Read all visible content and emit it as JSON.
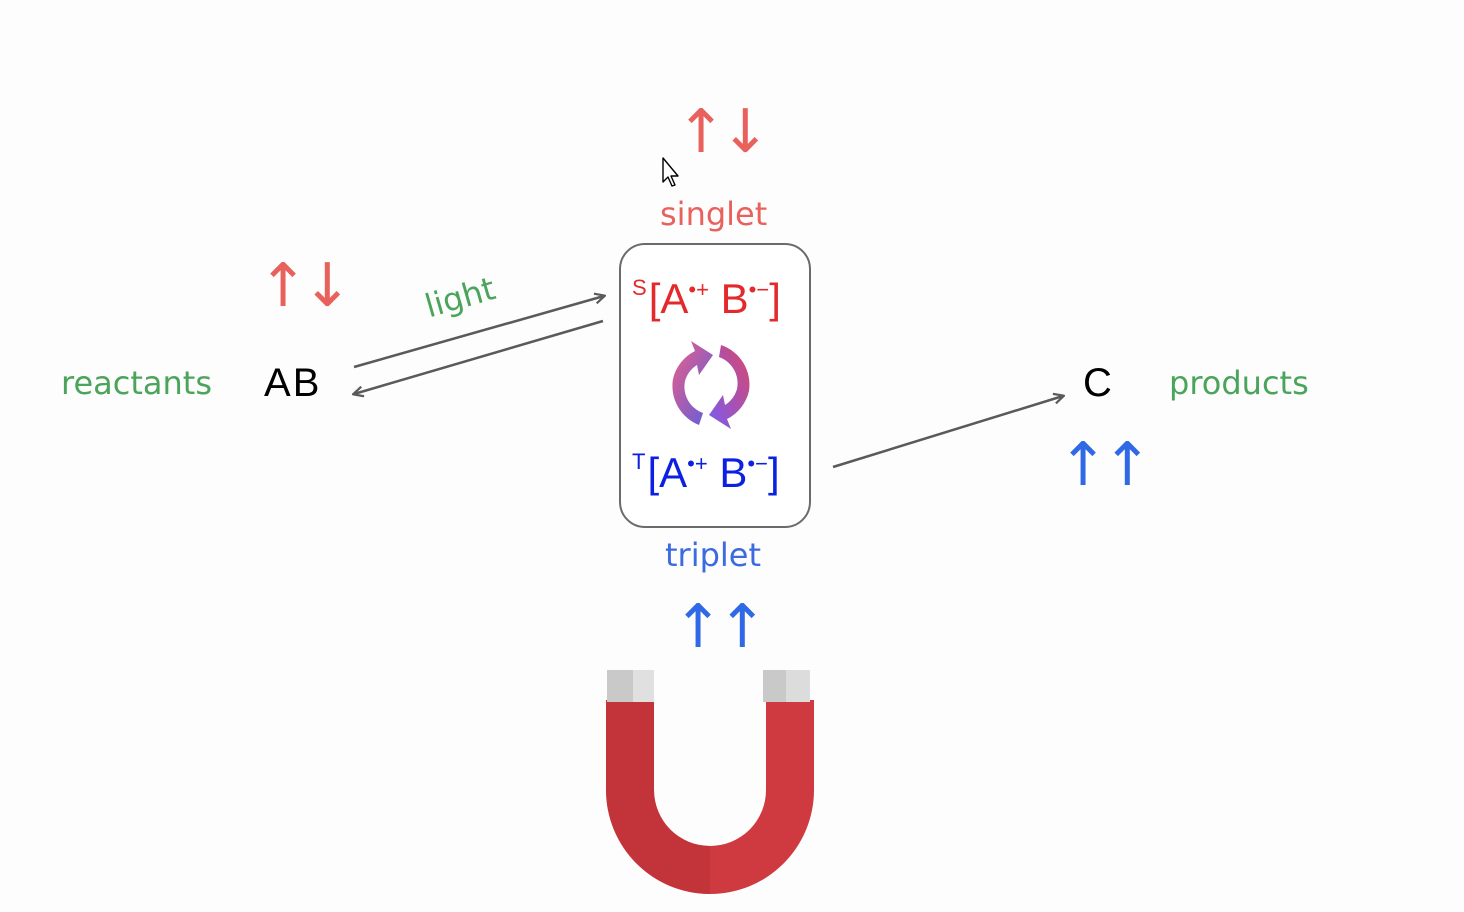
{
  "labels": {
    "reactants": "reactants",
    "products": "products",
    "light": "light",
    "singlet": "singlet",
    "triplet": "triplet"
  },
  "species": {
    "reactant_a": "A",
    "reactant_b": "B",
    "product": "C"
  },
  "radical_pair": {
    "singlet_prefix": "S",
    "triplet_prefix": "T",
    "open_bracket": "[",
    "close_bracket": "]",
    "radical_a": "A",
    "radical_a_charge": "•+",
    "radical_b": "B",
    "radical_b_charge": "•−"
  },
  "spins": {
    "antiparallel": "↑↓",
    "parallel": "↑↑"
  },
  "icons": [
    "interconversion-cycle-icon",
    "horseshoe-magnet-icon",
    "mouse-cursor-icon"
  ],
  "colors": {
    "singlet": "#e9615c",
    "singlet_formula": "#e4292c",
    "triplet": "#2f69e6",
    "triplet_formula": "#0b20e0",
    "label_green": "#4aa55a",
    "arrow": "#5a5a5a",
    "magnet_red": "#cf3a40",
    "magnet_tip": "#c9c9c9"
  }
}
